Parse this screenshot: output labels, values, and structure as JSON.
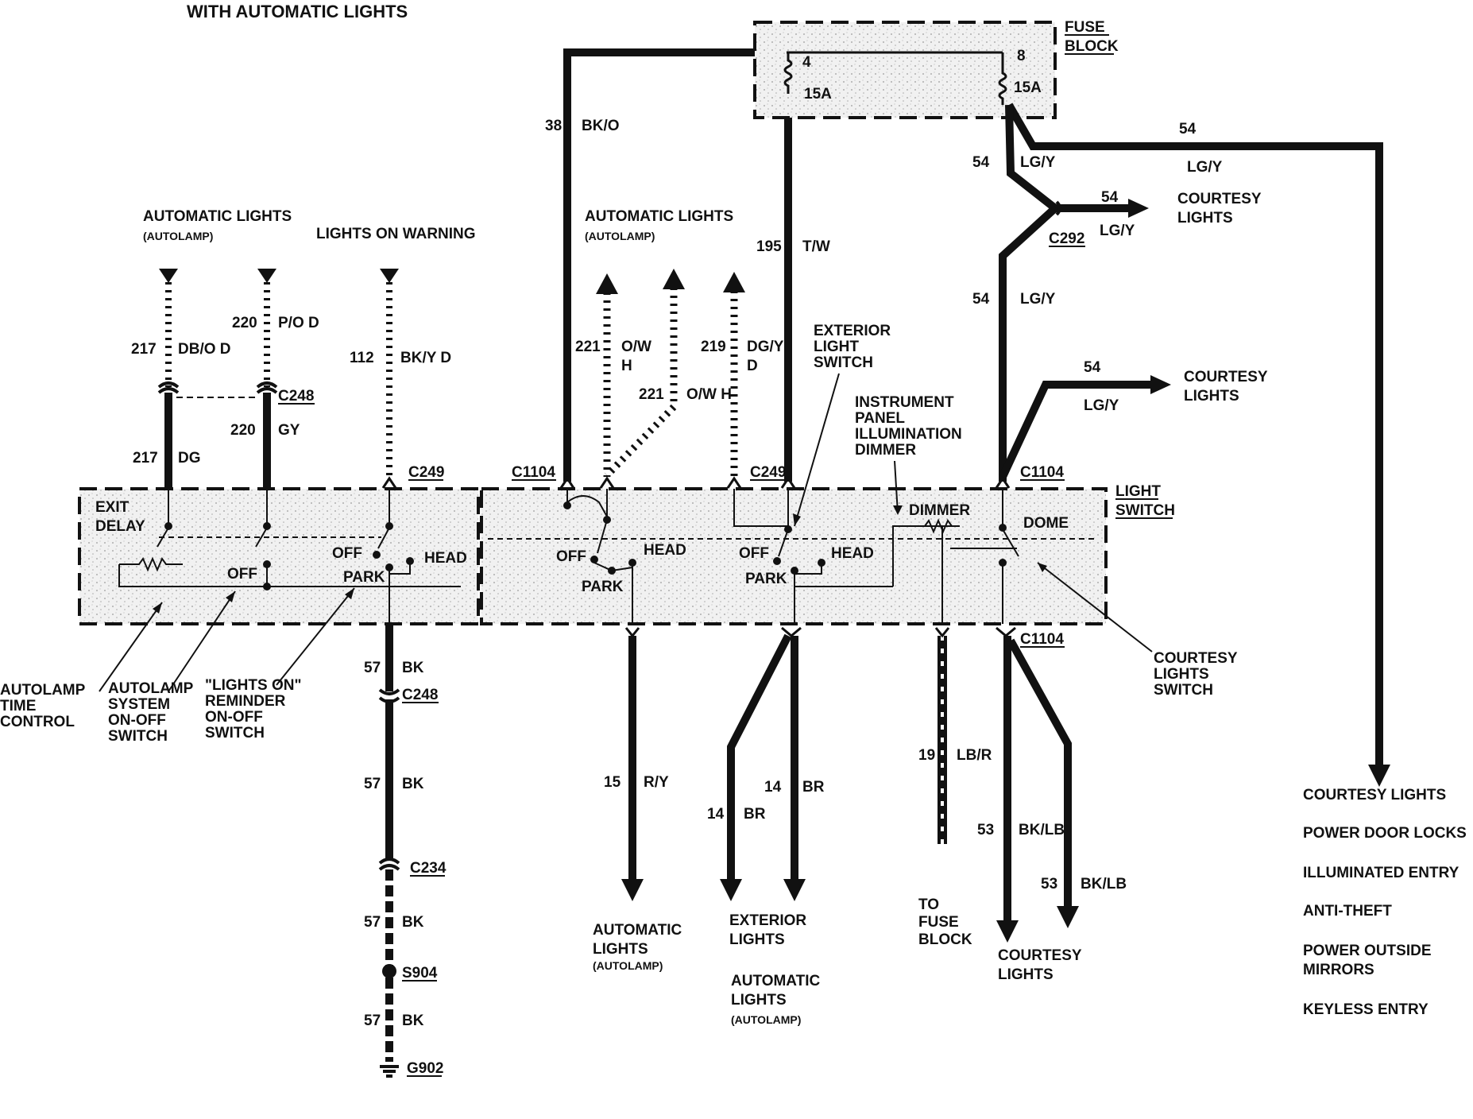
{
  "title": "WITH AUTOMATIC LIGHTS",
  "fuse_block": {
    "label": [
      "FUSE",
      "BLOCK"
    ],
    "fuse4": "4",
    "fuse4_rating": "15A",
    "fuse8": "8",
    "fuse8_rating": "15A"
  },
  "left_switch": {
    "exit_delay": [
      "EXIT",
      "DELAY"
    ],
    "off1": "OFF",
    "off2": "OFF",
    "park": "PARK",
    "head": "HEAD"
  },
  "light_switch": {
    "label": [
      "LIGHT",
      "SWITCH"
    ],
    "off_a": "OFF",
    "head_a": "HEAD",
    "park_a": "PARK",
    "off_b": "OFF",
    "head_b": "HEAD",
    "park_b": "PARK",
    "dimmer": "DIMMER",
    "dome": "DOME"
  },
  "headers": {
    "auto_lights_left": "AUTOMATIC LIGHTS",
    "autolamp_left": "(AUTOLAMP)",
    "lights_on_warning": "LIGHTS ON WARNING",
    "auto_lights_mid": "AUTOMATIC LIGHTS",
    "autolamp_mid": "(AUTOLAMP)"
  },
  "callouts": {
    "exterior_light_switch": [
      "EXTERIOR",
      "LIGHT",
      "SWITCH"
    ],
    "ip_dimmer": [
      "INSTRUMENT",
      "PANEL",
      "ILLUMINATION",
      "DIMMER"
    ],
    "autolamp_time_control": [
      "AUTOLAMP",
      "TIME",
      "CONTROL"
    ],
    "autolamp_system_switch": [
      "AUTOLAMP",
      "SYSTEM",
      "ON-OFF",
      "SWITCH"
    ],
    "lights_on_reminder": [
      "\"LIGHTS ON\"",
      "REMINDER",
      "ON-OFF",
      "SWITCH"
    ],
    "courtesy_lights_switch": [
      "COURTESY",
      "LIGHTS",
      "SWITCH"
    ]
  },
  "wires": {
    "w217a": {
      "num": "217",
      "color": "DB/O  D"
    },
    "w220a": {
      "num": "220",
      "color": "P/O  D"
    },
    "w112": {
      "num": "112",
      "color": "BK/Y  D"
    },
    "w217b": {
      "num": "217",
      "color": "DG"
    },
    "w220b": {
      "num": "220",
      "color": "GY"
    },
    "w38": {
      "num": "38",
      "color": "BK/O"
    },
    "w221a": {
      "num": "221",
      "color": "O/W",
      "extra": "H"
    },
    "w221b": {
      "num": "221",
      "color": "O/W  H"
    },
    "w219": {
      "num": "219",
      "color": "DG/Y",
      "extra": "D"
    },
    "w195": {
      "num": "195",
      "color": "T/W"
    },
    "w54_top": {
      "num": "54",
      "color": "LG/Y"
    },
    "w54_a": {
      "num": "54",
      "color": "LG/Y"
    },
    "w54_b": {
      "num": "54",
      "color": "LG/Y"
    },
    "w54_c": {
      "num": "54",
      "color": "LG/Y"
    },
    "w54_d": {
      "num": "54",
      "color": "LG/Y"
    },
    "w57a": {
      "num": "57",
      "color": "BK"
    },
    "w57b": {
      "num": "57",
      "color": "BK"
    },
    "w57c": {
      "num": "57",
      "color": "BK"
    },
    "w57d": {
      "num": "57",
      "color": "BK"
    },
    "w15": {
      "num": "15",
      "color": "R/Y"
    },
    "w14a": {
      "num": "14",
      "color": "BR"
    },
    "w14b": {
      "num": "14",
      "color": "BR"
    },
    "w19": {
      "num": "19",
      "color": "LB/R"
    },
    "w53a": {
      "num": "53",
      "color": "BK/LB"
    },
    "w53b": {
      "num": "53",
      "color": "BK/LB"
    }
  },
  "connectors": {
    "c248a": "C248",
    "c249a": "C249",
    "c1104a": "C1104",
    "c249b": "C249",
    "c1104b": "C1104",
    "c292": "C292",
    "c1104c": "C1104",
    "c248b": "C248",
    "c234": "C234",
    "s904": "S904",
    "g902": "G902"
  },
  "destinations": {
    "courtesy_right1": [
      "COURTESY",
      "LIGHTS"
    ],
    "courtesy_right2": [
      "COURTESY",
      "LIGHTS"
    ],
    "auto_bottom": [
      "AUTOMATIC",
      "LIGHTS",
      "(AUTOLAMP)"
    ],
    "exterior_bottom": [
      "EXTERIOR",
      "LIGHTS"
    ],
    "auto_bottom2": [
      "AUTOMATIC",
      "LIGHTS",
      "(AUTOLAMP)"
    ],
    "fuse_bottom": [
      "TO",
      "FUSE",
      "BLOCK"
    ],
    "courtesy_bottom": [
      "COURTESY",
      "LIGHTS"
    ]
  },
  "circuit_list": [
    "COURTESY LIGHTS",
    "POWER DOOR LOCKS",
    "ILLUMINATED ENTRY",
    "ANTI-THEFT",
    "POWER OUTSIDE",
    "MIRRORS",
    "KEYLESS ENTRY"
  ]
}
